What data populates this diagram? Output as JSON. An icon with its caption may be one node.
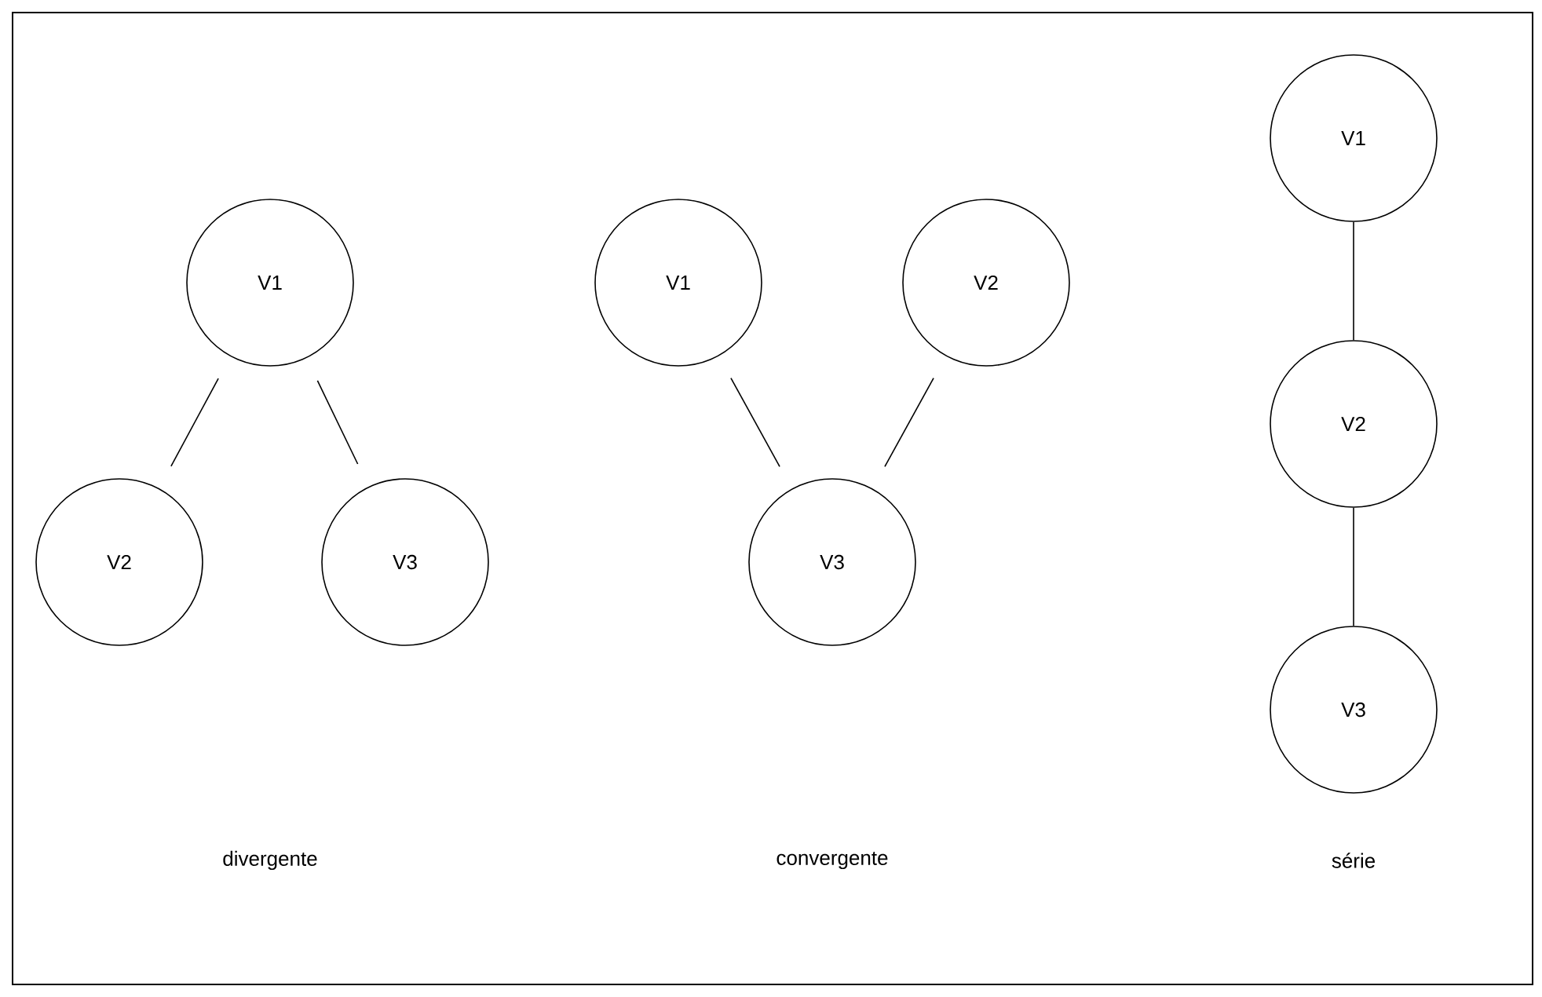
{
  "diagram": {
    "nodes": [
      {
        "text": [
          "V1"
        ]
      },
      {
        "text": [
          "V2"
        ]
      },
      {
        "text": [
          "V3"
        ]
      },
      {
        "text": [
          "V1"
        ]
      },
      {
        "text": [
          "V2"
        ]
      },
      {
        "text": [
          "V3"
        ]
      },
      {
        "text": [
          "V1"
        ]
      },
      {
        "text": [
          "V2"
        ]
      },
      {
        "text": [
          "V3"
        ]
      }
    ],
    "edges": [
      {
        "from": 0,
        "to": 1,
        "arrow": "none"
      },
      {
        "from": 0,
        "to": 2,
        "arrow": "none"
      },
      {
        "from": 3,
        "to": 5,
        "arrow": "none"
      },
      {
        "from": 4,
        "to": 5,
        "arrow": "none"
      },
      {
        "from": 6,
        "to": 7,
        "arrow": "none"
      },
      {
        "from": 7,
        "to": 8,
        "arrow": "none"
      }
    ],
    "labels": [
      "divergente",
      "convergente",
      "série"
    ]
  }
}
